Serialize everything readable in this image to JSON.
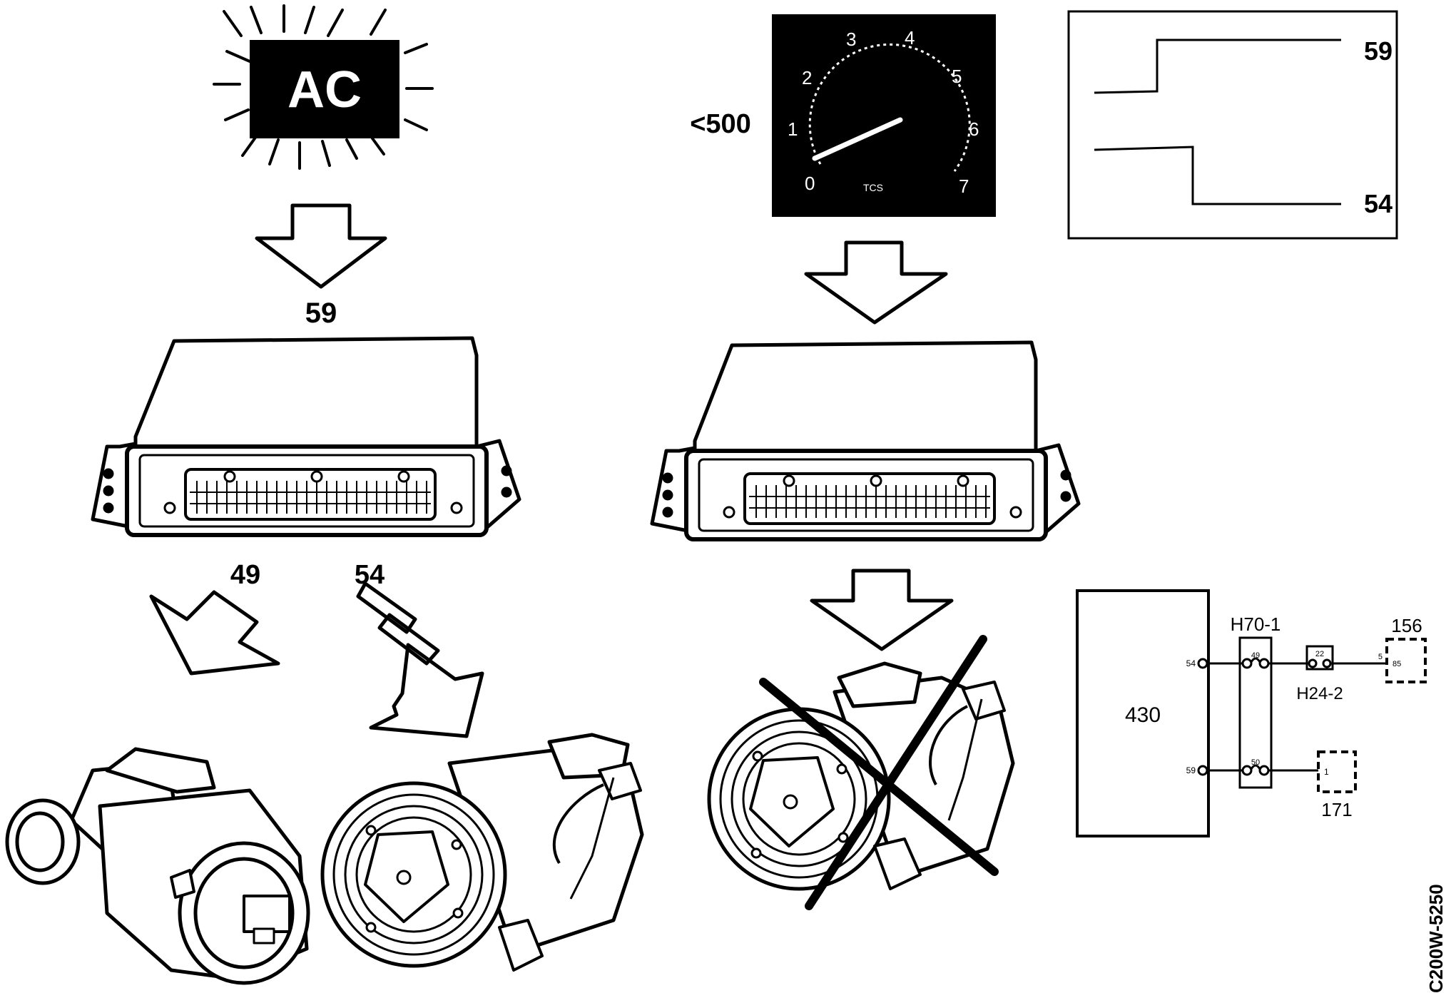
{
  "ac_indicator": {
    "label": "AC"
  },
  "left_ecu": {
    "input_pin": "59"
  },
  "outputs": {
    "idle_valve_pin": "49",
    "compressor_pin": "54"
  },
  "tachometer": {
    "rpm_condition": "<500",
    "dial_numbers": [
      "0",
      "1",
      "2",
      "3",
      "4",
      "5",
      "6",
      "7"
    ],
    "dial_caption": "TCS"
  },
  "signal_graph": {
    "upper_trace_label": "59",
    "lower_trace_label": "54"
  },
  "wiring": {
    "control_module": "430",
    "connector_a": "H70-1",
    "connector_b": "H24-2",
    "relay": "156",
    "component": "171",
    "pin_54": "54",
    "pin_59": "59",
    "pin_49": "49",
    "pin_50": "50",
    "pin_22": "22",
    "pin_5": "5",
    "pin_85": "85",
    "pin_1": "1"
  },
  "figure_id": "C200W-5250"
}
